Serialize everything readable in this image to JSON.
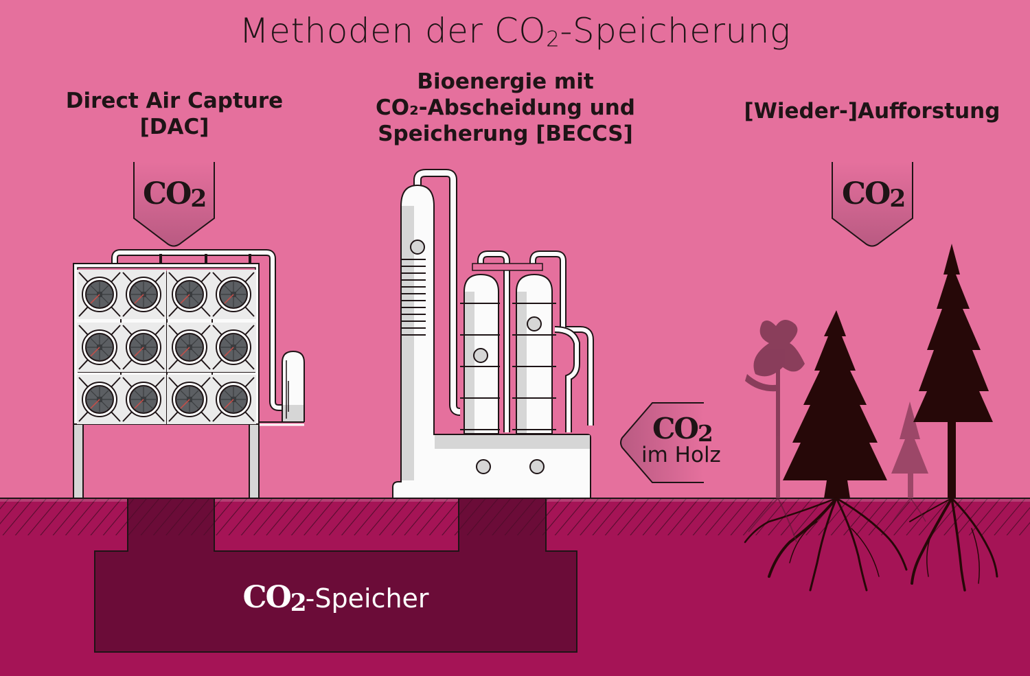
{
  "title": {
    "prefix": "Methoden der CO",
    "subscript": "2",
    "suffix": "-Speicherung"
  },
  "colors": {
    "sky": "#e5709d",
    "ground": "#a51456",
    "ground_hatch_band": "#a31353",
    "storage": "#6b0c38",
    "ink": "#1e1416",
    "machine_white": "#fbfbfb",
    "machine_shade": "#d6d6d6",
    "fan_grey": "#5c5f63",
    "fan_accent": "#c0504b",
    "tree_dark": "#260808",
    "tree_faded": "#7a3550",
    "arrow_top": "#e5709d",
    "arrow_bottom": "#bd5f86"
  },
  "methods": [
    {
      "id": "dac",
      "lines": [
        "Direct Air Capture",
        "[DAC]"
      ],
      "arrow": {
        "label": "CO",
        "sub": "2",
        "direction": "down"
      }
    },
    {
      "id": "beccs",
      "lines": [
        "Bioenergie mit",
        "CO₂-Abscheidung und",
        "Speicherung [BECCS]"
      ]
    },
    {
      "id": "afforestation",
      "lines": [
        "[Wieder-]Aufforstung"
      ],
      "arrow": {
        "label": "CO",
        "sub": "2",
        "direction": "down"
      }
    }
  ],
  "wood_arrow": {
    "label": "CO",
    "sub": "2",
    "text": "im Holz",
    "direction": "left"
  },
  "storage": {
    "label_co2": "CO",
    "label_sub": "2",
    "label_rest": "-Speicher"
  },
  "dac_unit": {
    "fan_rows": 3,
    "fan_cols": 4,
    "fan_count": 12
  },
  "beccs_unit": {
    "columns": 3,
    "portholes": 5
  },
  "forest": {
    "trees": [
      "pine-faded",
      "spruce-large",
      "spruce-faded",
      "spruce-tall"
    ]
  }
}
